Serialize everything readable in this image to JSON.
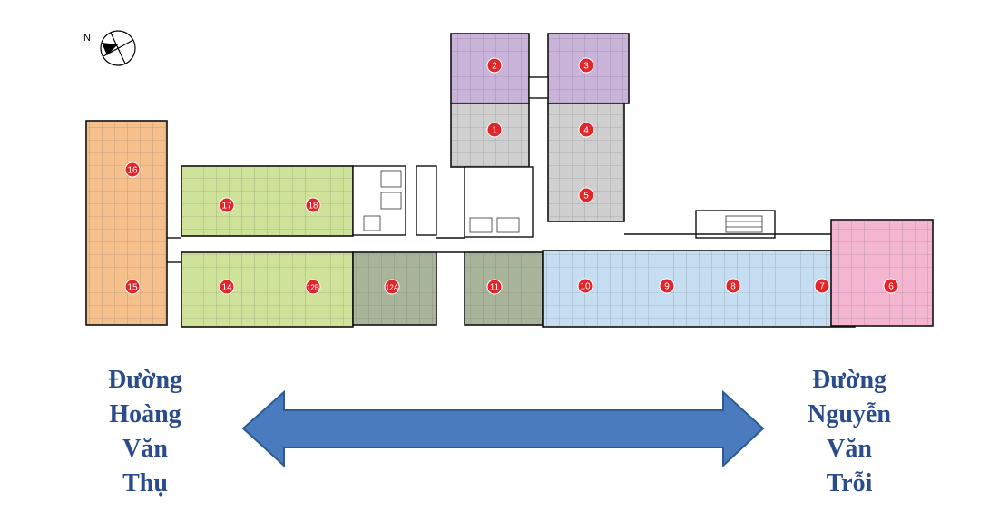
{
  "compass": {
    "label": "N"
  },
  "colors": {
    "purple": "#c9b3d9",
    "gray": "#cfcfcf",
    "orange": "#f6c08c",
    "green": "#cfe29a",
    "darkgreen": "#a9b59a",
    "blue": "#c6def1",
    "pink": "#f4b5d1",
    "marker": "#e0262a",
    "street_text": "#2b4c8a",
    "arrow_fill": "#4a7bbf",
    "arrow_stroke": "#2e5a94"
  },
  "units": [
    {
      "id": "1",
      "zone": "gray"
    },
    {
      "id": "2",
      "zone": "purple"
    },
    {
      "id": "3",
      "zone": "purple"
    },
    {
      "id": "4",
      "zone": "gray"
    },
    {
      "id": "5",
      "zone": "gray"
    },
    {
      "id": "6",
      "zone": "pink"
    },
    {
      "id": "7",
      "zone": "blue"
    },
    {
      "id": "8",
      "zone": "blue"
    },
    {
      "id": "9",
      "zone": "blue"
    },
    {
      "id": "10",
      "zone": "blue"
    },
    {
      "id": "11",
      "zone": "darkgreen"
    },
    {
      "id": "12A",
      "zone": "darkgreen"
    },
    {
      "id": "12B",
      "zone": "green"
    },
    {
      "id": "14",
      "zone": "green"
    },
    {
      "id": "15",
      "zone": "orange"
    },
    {
      "id": "16",
      "zone": "orange"
    },
    {
      "id": "17",
      "zone": "green"
    },
    {
      "id": "18",
      "zone": "green"
    }
  ],
  "streets": {
    "left": [
      "Đường",
      "Hoàng",
      "Văn",
      "Thụ"
    ],
    "right": [
      "Đường",
      "Nguyễn",
      "Văn",
      "Trỗi"
    ]
  }
}
